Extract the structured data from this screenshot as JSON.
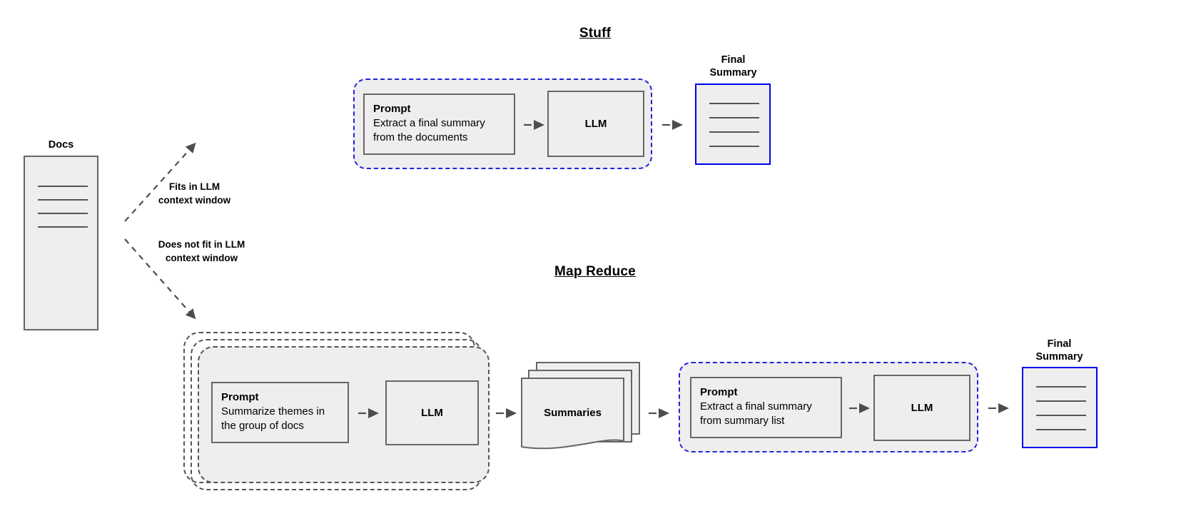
{
  "diagram": {
    "source": {
      "label": "Docs",
      "lines": 4
    },
    "branches": [
      {
        "name": "fits",
        "label_line1": "Fits in LLM",
        "label_line2": "context window",
        "direction": "up-right"
      },
      {
        "name": "does-not-fit",
        "label_line1": "Does not fit in LLM",
        "label_line2": "context window",
        "direction": "down-right"
      }
    ],
    "sections": [
      {
        "id": "stuff",
        "title": "Stuff",
        "group": {
          "prompt_title": "Prompt",
          "prompt_body": "Extract a final summary\nfrom the documents",
          "llm_label": "LLM"
        },
        "output": {
          "caption_line1": "Final",
          "caption_line2": "Summary",
          "lines": 4
        }
      },
      {
        "id": "map-reduce",
        "title": "Map Reduce",
        "map_group": {
          "prompt_title": "Prompt",
          "prompt_body": "Summarize themes in\nthe group of docs",
          "llm_label": "LLM",
          "stack_count": 3
        },
        "intermediate": {
          "label": "Summaries",
          "stack_count": 3
        },
        "reduce_group": {
          "prompt_title": "Prompt",
          "prompt_body": "Extract a final summary\nfrom summary list",
          "llm_label": "LLM"
        },
        "output": {
          "caption_line1": "Final",
          "caption_line2": "Summary",
          "lines": 4
        }
      }
    ],
    "colors": {
      "fill": "#eeeeee",
      "stroke": "#666666",
      "accent_blue": "#0000ee",
      "dashed_blue": "#2222dd",
      "dashed_gray": "#555555",
      "arrow": "#4d4d4d",
      "text": "#000000"
    }
  }
}
